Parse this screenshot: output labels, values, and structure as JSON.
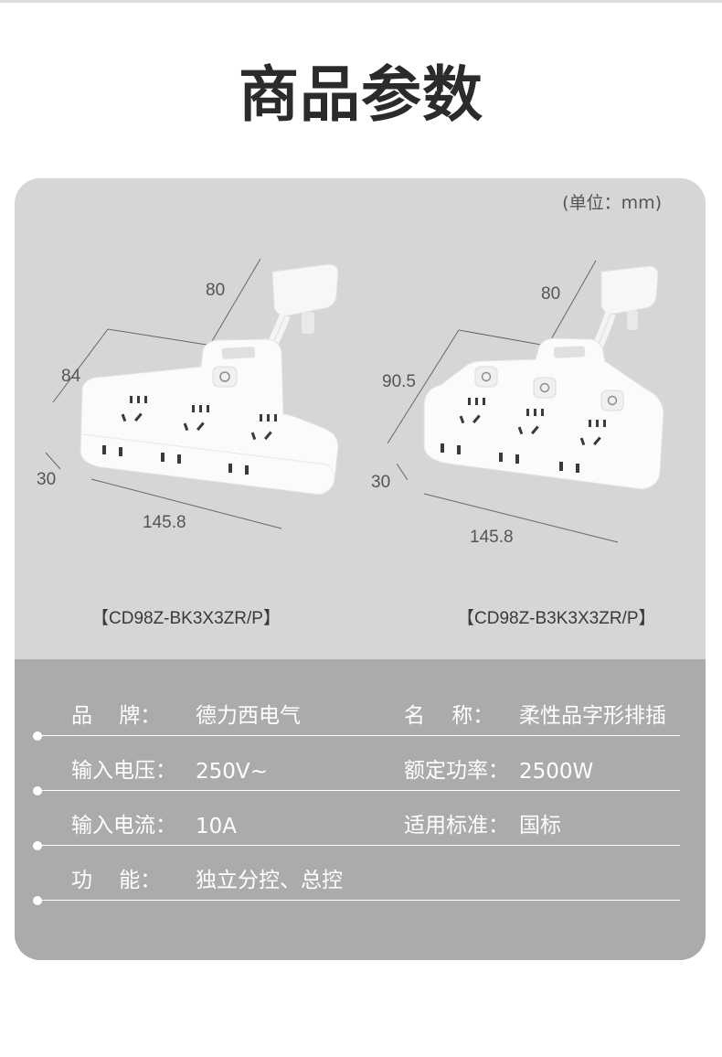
{
  "page": {
    "title": "商品参数"
  },
  "diagram": {
    "unit_note": "(单位：mm)",
    "products": [
      {
        "model": "【CD98Z-BK3X3ZR/P】",
        "dim_depth": "80",
        "dim_width_side": "84",
        "dim_height": "30",
        "dim_length": "145.8",
        "switches": "1"
      },
      {
        "model": "【CD98Z-B3K3X3ZR/P】",
        "dim_depth": "80",
        "dim_width_side": "90.5",
        "dim_height": "30",
        "dim_length": "145.8",
        "switches": "3"
      }
    ]
  },
  "specs": [
    {
      "label_a": "品    牌：",
      "value_a": "德力西电气",
      "label_b": "名    称：",
      "value_b": "柔性品字形排插"
    },
    {
      "label_a": "输入电压：",
      "value_a": "250V~",
      "label_b": "额定功率：",
      "value_b": "2500W"
    },
    {
      "label_a": "输入电流：",
      "value_a": "10A",
      "label_b": "适用标准：",
      "value_b": "国标"
    },
    {
      "label_a": "功    能：",
      "value_a": "独立分控、总控",
      "label_b": "",
      "value_b": ""
    }
  ],
  "colors": {
    "card_top": "#d6d6d6",
    "card_bottom": "#ababab",
    "divider": "#ffffff",
    "title": "#2b2b2b"
  }
}
